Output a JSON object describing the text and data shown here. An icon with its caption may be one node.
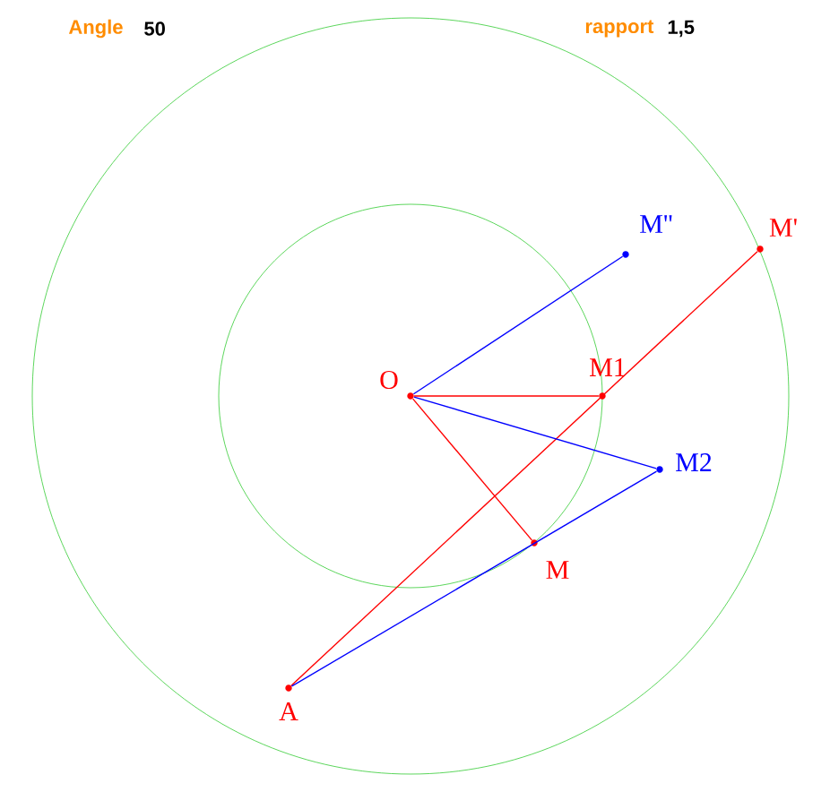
{
  "diagram": {
    "nodes": [
      {
        "text": [
          "O"
        ]
      },
      {
        "text": [
          "M1"
        ]
      },
      {
        "text": [
          "M''"
        ]
      },
      {
        "text": [
          "M'"
        ]
      },
      {
        "text": [
          "M2"
        ]
      },
      {
        "text": [
          "M"
        ]
      },
      {
        "text": [
          "A"
        ]
      }
    ],
    "edges": [
      {
        "from": 0,
        "to": 1,
        "arrow": "none",
        "color": "#ff0000"
      },
      {
        "from": 0,
        "to": 5,
        "arrow": "none",
        "color": "#ff0000"
      },
      {
        "from": 6,
        "to": 3,
        "arrow": "none",
        "color": "#ff0000"
      },
      {
        "from": 0,
        "to": 2,
        "arrow": "none",
        "color": "#0000ff"
      },
      {
        "from": 0,
        "to": 4,
        "arrow": "none",
        "color": "#0000ff"
      },
      {
        "from": 6,
        "to": 4,
        "arrow": "none",
        "color": "#0000ff"
      }
    ],
    "labels": [
      "Angle",
      "50",
      "rapport",
      "1,5"
    ]
  }
}
